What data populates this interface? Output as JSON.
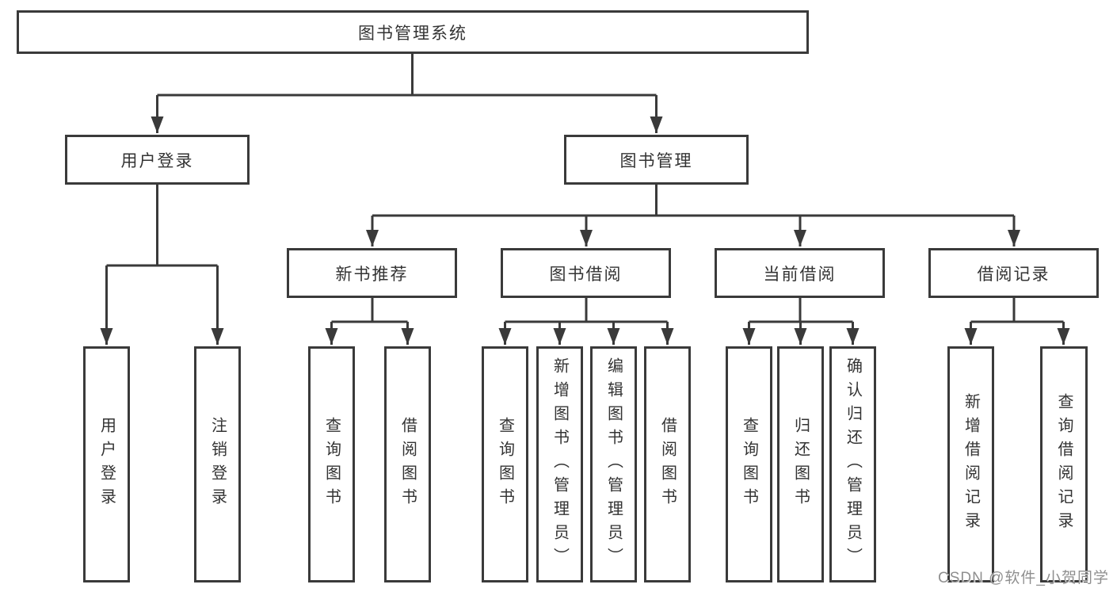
{
  "root": {
    "label": "图书管理系统"
  },
  "level2": [
    {
      "label": "用户登录",
      "parent": "图书管理系统"
    },
    {
      "label": "图书管理",
      "parent": "图书管理系统"
    }
  ],
  "level3": [
    {
      "label": "新书推荐",
      "parent": "图书管理"
    },
    {
      "label": "图书借阅",
      "parent": "图书管理"
    },
    {
      "label": "当前借阅",
      "parent": "图书管理"
    },
    {
      "label": "借阅记录",
      "parent": "图书管理"
    }
  ],
  "leaves": [
    {
      "label": "用户登录",
      "parent": "用户登录"
    },
    {
      "label": "注销登录",
      "parent": "用户登录"
    },
    {
      "label": "查询图书",
      "parent": "新书推荐"
    },
    {
      "label": "借阅图书",
      "parent": "新书推荐"
    },
    {
      "label": "查询图书",
      "parent": "图书借阅"
    },
    {
      "label": "新增图书（管理员）",
      "parent": "图书借阅"
    },
    {
      "label": "编辑图书（管理员）",
      "parent": "图书借阅"
    },
    {
      "label": "借阅图书",
      "parent": "图书借阅"
    },
    {
      "label": "查询图书",
      "parent": "当前借阅"
    },
    {
      "label": "归还图书",
      "parent": "当前借阅"
    },
    {
      "label": "确认归还（管理员）",
      "parent": "当前借阅"
    },
    {
      "label": "新增借阅记录",
      "parent": "借阅记录"
    },
    {
      "label": "查询借阅记录",
      "parent": "借阅记录"
    }
  ],
  "watermark": "CSDN @软件_小贺同学",
  "colors": {
    "line": "#3a3a3a",
    "text": "#333333",
    "watermark": "#8f8f8f",
    "background": "#ffffff"
  }
}
